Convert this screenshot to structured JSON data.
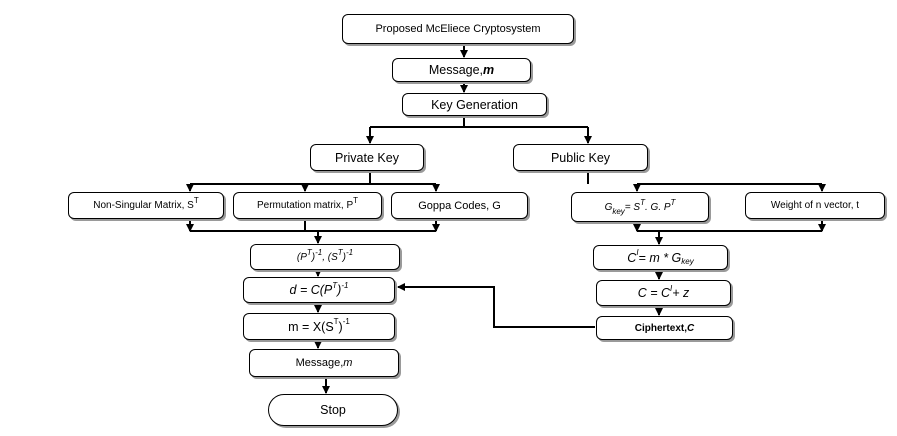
{
  "nodes": {
    "title": "Proposed McEliece Cryptosystem",
    "message_top": {
      "text": "Message, ",
      "var": "m"
    },
    "keygen": "Key Generation",
    "private_key": "Private Key",
    "public_key": "Public Key",
    "nonsingular": {
      "text": "Non-Singular Matrix, S",
      "sup": "T"
    },
    "permutation": {
      "text": "Permutation matrix, P",
      "sup": "T"
    },
    "goppa": "Goppa Codes, G",
    "gkey": {
      "g": "G",
      "sub": "key",
      "eq": " = S",
      "sup1": "T",
      "mid": ". G. P",
      "sup2": "T"
    },
    "weight": "Weight of n vector, t",
    "inverse": {
      "p1": "(P",
      "s1": "T",
      "s2": ")",
      "e1": "-1",
      "p2": ", (S",
      "s3": "T",
      "s4": ")",
      "e2": "-1"
    },
    "d_eq": {
      "lhs": "d = C(P",
      "sup": "T",
      "rhs": ")",
      "exp": "-1"
    },
    "m_eq": {
      "lhs": "m =  X(S",
      "sup": "T",
      "rhs": ")",
      "exp": "-1"
    },
    "message_bottom": {
      "text": "Message, ",
      "var": "m"
    },
    "stop": "Stop",
    "c1_eq": {
      "c": "C",
      "sup": "I",
      "rest": " = m * G",
      "sub": "key"
    },
    "c_eq": {
      "lhs": "C = C",
      "sup": "I",
      "rhs": " + z"
    },
    "ciphertext": {
      "text": "Ciphertext, ",
      "var": "C"
    }
  }
}
